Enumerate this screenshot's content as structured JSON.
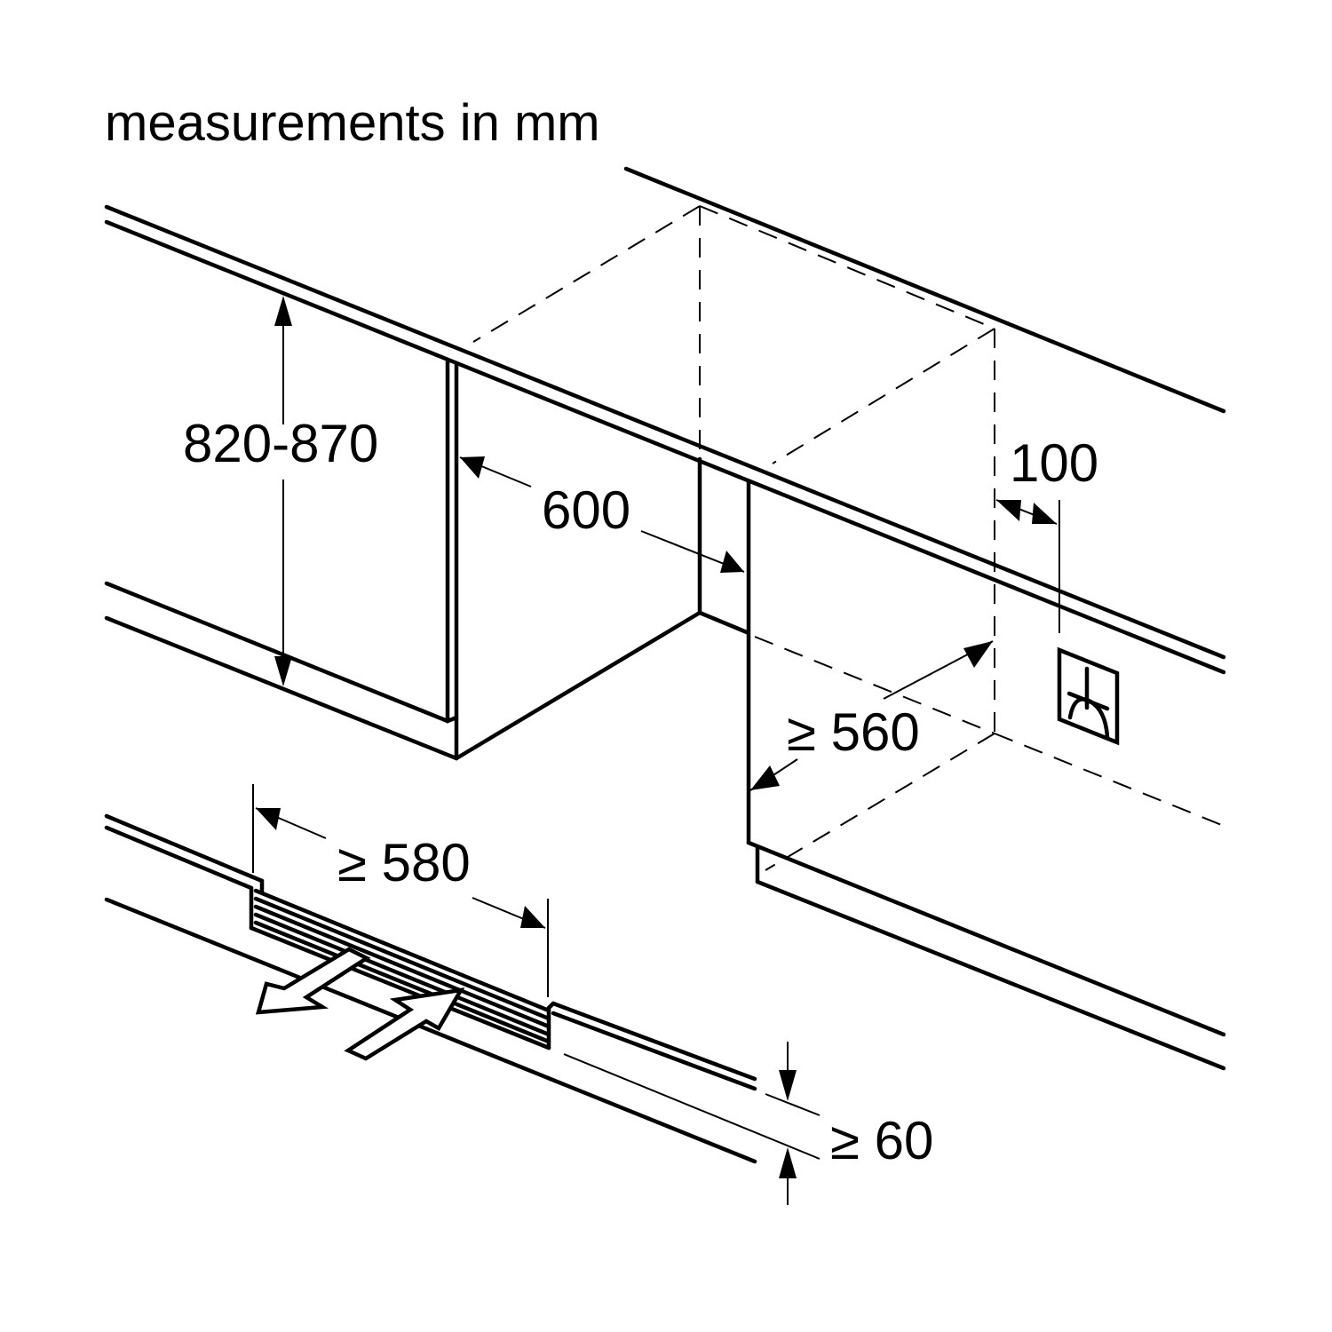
{
  "title": "measurements in mm",
  "dimensions": {
    "cabinet_height": "820-870",
    "niche_width": "600",
    "socket_offset": "100",
    "niche_depth": "≥ 560",
    "vent_width": "≥ 580",
    "plinth_gap": "≥ 60"
  },
  "symbols": {
    "power_socket": "power-socket-icon",
    "air_out": "air-outflow-arrow-icon",
    "air_in": "air-inflow-arrow-icon"
  },
  "colors": {
    "line": "#000000",
    "background": "#ffffff"
  }
}
